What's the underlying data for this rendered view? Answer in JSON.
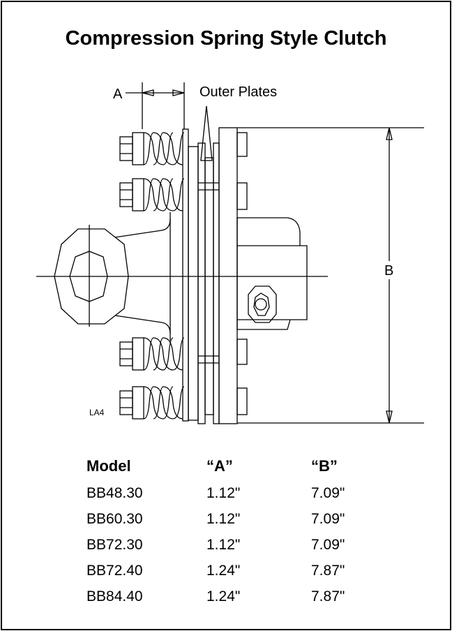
{
  "title": "Compression Spring Style Clutch",
  "diagram": {
    "label_a": "A",
    "label_outer_plates": "Outer Plates",
    "label_b": "B",
    "label_part": "LA4"
  },
  "table": {
    "headers": [
      "Model",
      "“A”",
      "“B”"
    ],
    "rows": [
      [
        "BB48.30",
        "1.12\"",
        "7.09\""
      ],
      [
        "BB60.30",
        "1.12\"",
        "7.09\""
      ],
      [
        "BB72.30",
        "1.12\"",
        "7.09\""
      ],
      [
        "BB72.40",
        "1.24\"",
        "7.87\""
      ],
      [
        "BB84.40",
        "1.24\"",
        "7.87\""
      ]
    ]
  }
}
